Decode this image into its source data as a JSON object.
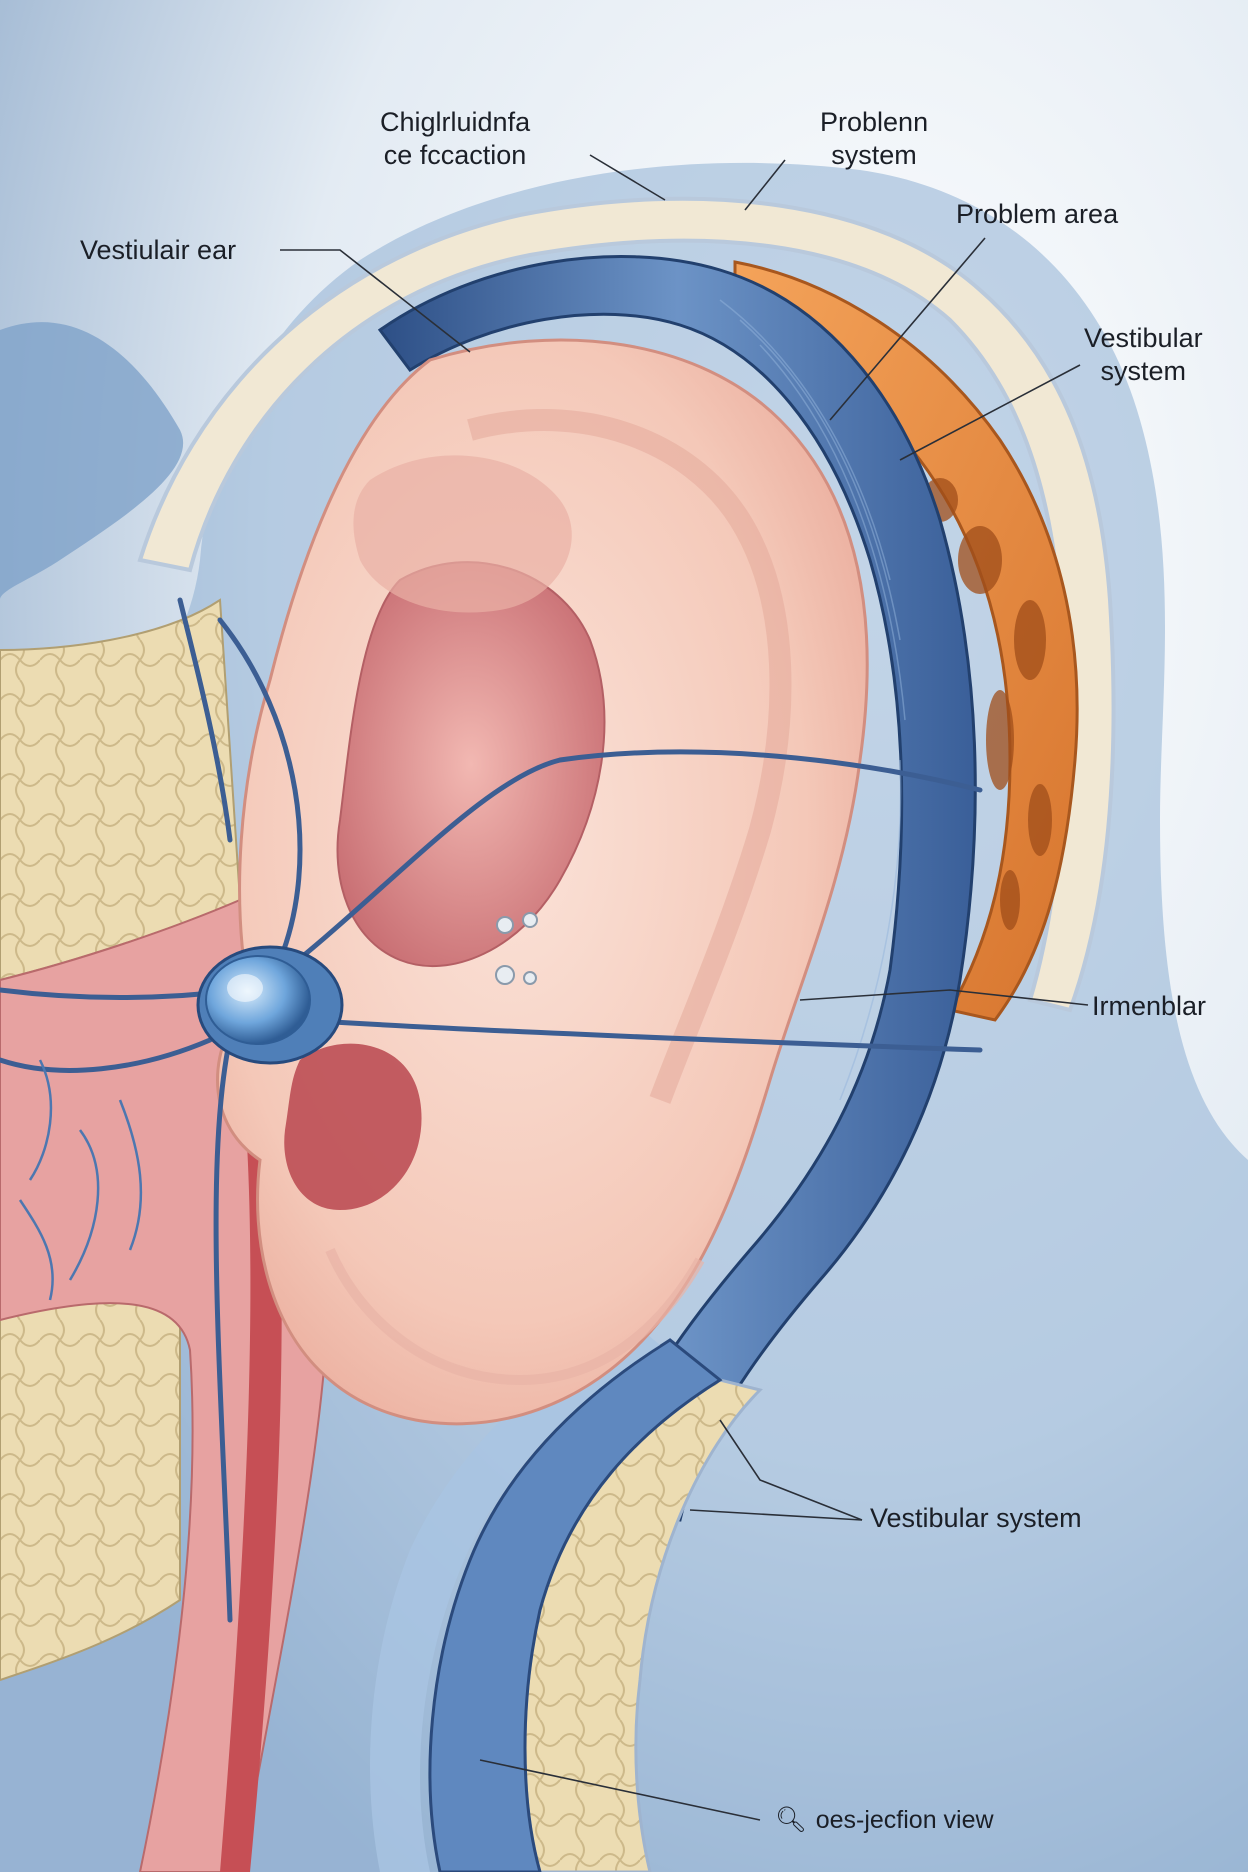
{
  "labels": {
    "top_left": {
      "line1": "Chiglrluidnfa",
      "line2": "ce fccaction"
    },
    "top_right": {
      "line1": "Problenn",
      "line2": "system"
    },
    "vestibular_ear": "Vestiulair ear",
    "problem_area": "Problem area",
    "vestibular_right": {
      "line1": "Vestibular",
      "line2": "system"
    },
    "immen": "Irmenblar",
    "vestibular_bottom": "Vestibular system",
    "cross_section": {
      "icon": "magnifier-icon",
      "text": "oes-jecfion view"
    }
  },
  "colors": {
    "background": "#e6edf4",
    "skin": "#f7d3c6",
    "canal": "#d98f92",
    "vessel_blue": "#4d77b0",
    "bone_orange": "#e48a3e",
    "bone_cream": "#ecdcb2",
    "leader_line": "#2a2f38"
  }
}
